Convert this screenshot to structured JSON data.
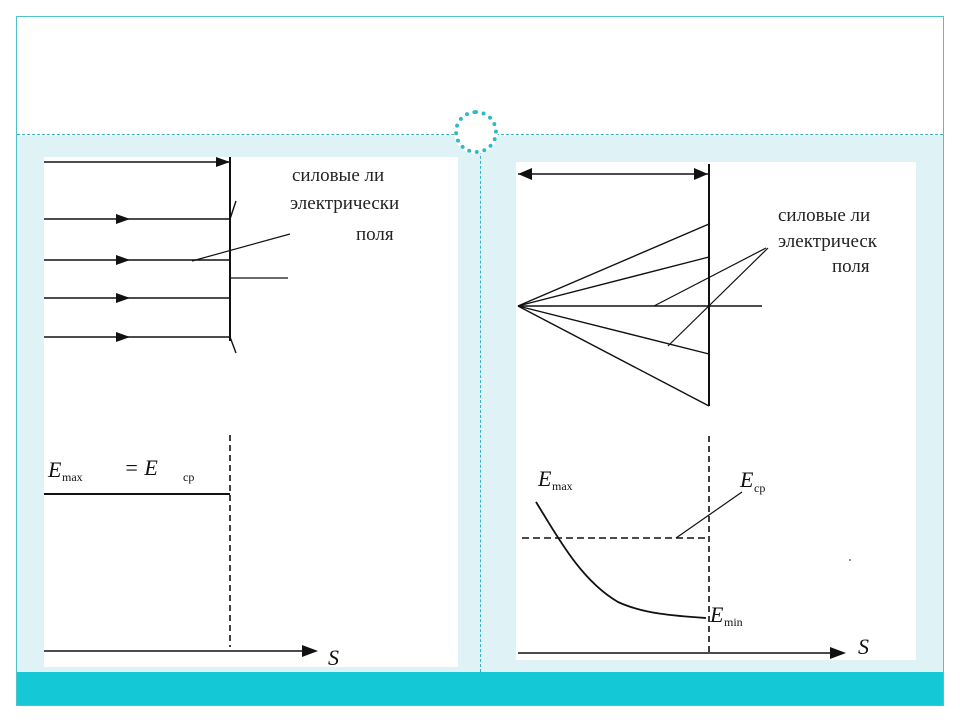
{
  "left_diagram": {
    "caption_lines": [
      "силовые ли",
      "электрически",
      "поля"
    ],
    "formula": {
      "lhs": "E",
      "lhs_sub": "max",
      "eq": "= E",
      "rhs_sub": "ср"
    },
    "axis_label": "S"
  },
  "right_diagram": {
    "caption_lines": [
      "силовые ли",
      "электрическ",
      "поля"
    ],
    "label_max": {
      "main": "E",
      "sub": "max"
    },
    "label_avg": {
      "main": "E",
      "sub": "ср"
    },
    "label_min": {
      "main": "E",
      "sub": "min"
    },
    "axis_label": "S"
  },
  "colors": {
    "accent": "#14c8d6",
    "content_bg": "#dff3f6",
    "ring": "#2fb9c7"
  }
}
